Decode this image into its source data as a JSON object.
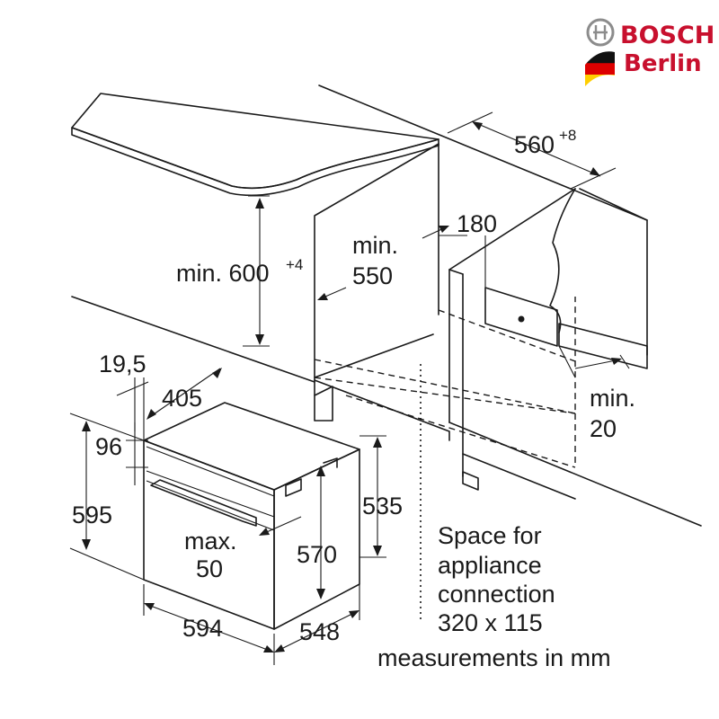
{
  "brand": {
    "name": "BOSCH",
    "city": "Berlin",
    "colors": {
      "red": "#c8102e",
      "gray": "#8c8c8c",
      "flag_black": "#111111",
      "flag_red": "#dd0000",
      "flag_gold": "#ffce00"
    }
  },
  "dimensions": {
    "niche_width": {
      "value": "560",
      "tolerance": "+8"
    },
    "niche_height": {
      "value": "min. 600",
      "tolerance": "+4"
    },
    "niche_depth": {
      "line1": "min.",
      "line2": "550"
    },
    "connection_offset": "180",
    "rear_gap": {
      "line1": "min.",
      "line2": "20"
    },
    "front_offset": "19,5",
    "front_panel_width": "405",
    "control_panel_height": "96",
    "appliance_height": "595",
    "body_height": "535",
    "body_height_inner": "570",
    "handle_clearance": {
      "line1": "max.",
      "line2": "50"
    },
    "appliance_width": "594",
    "appliance_depth": "548"
  },
  "notes": {
    "connection": [
      "Space for",
      "appliance",
      "connection",
      "320 x 115"
    ],
    "units": "measurements in mm"
  },
  "icons": {
    "logo": "bosch-armature-icon",
    "flag": "german-flag-icon"
  }
}
